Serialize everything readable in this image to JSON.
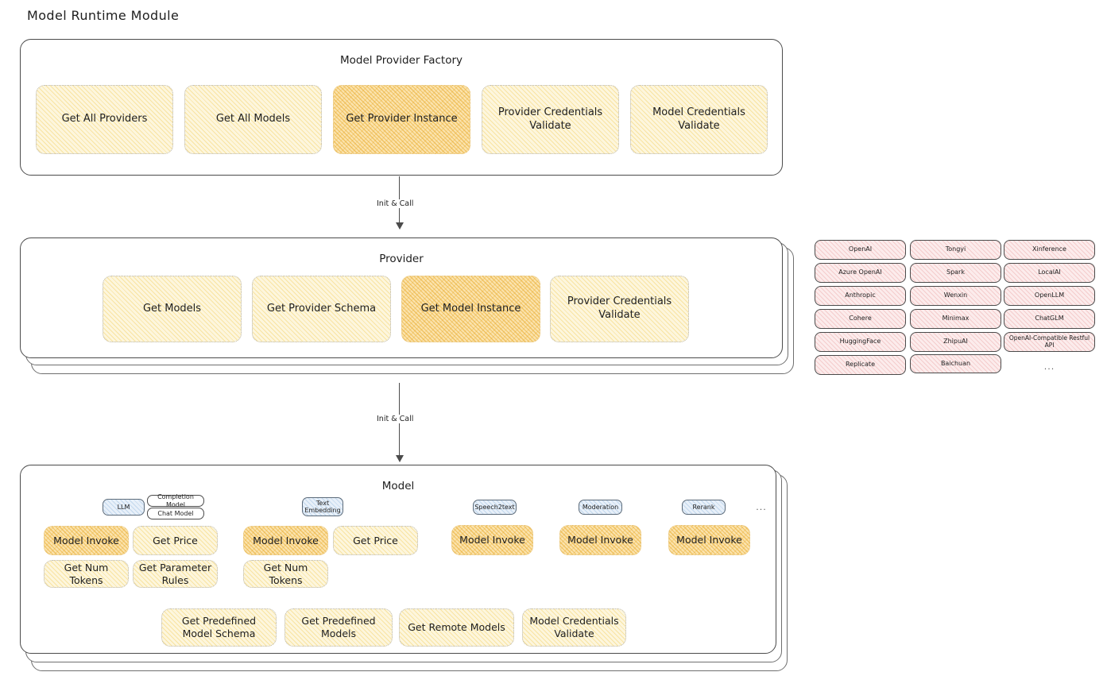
{
  "page": {
    "title": "Model Runtime Module"
  },
  "factory": {
    "title": "Model Provider Factory",
    "nodes": [
      {
        "label": "Get All Providers",
        "highlight": false
      },
      {
        "label": "Get All Models",
        "highlight": false
      },
      {
        "label": "Get Provider Instance",
        "highlight": true
      },
      {
        "label": "Provider Credentials Validate",
        "highlight": false
      },
      {
        "label": "Model Credentials Validate",
        "highlight": false
      }
    ]
  },
  "arrow_top": {
    "label": "Init & Call"
  },
  "provider": {
    "title": "Provider",
    "nodes": [
      {
        "label": "Get Models",
        "highlight": false
      },
      {
        "label": "Get Provider Schema",
        "highlight": false
      },
      {
        "label": "Get Model Instance",
        "highlight": true
      },
      {
        "label": "Provider Credentials Validate",
        "highlight": false
      }
    ]
  },
  "arrow_bottom": {
    "label": "Init & Call"
  },
  "provider_list": {
    "columns": [
      [
        "OpenAI",
        "Azure OpenAI",
        "Anthropic",
        "Cohere",
        "HuggingFace",
        "Replicate"
      ],
      [
        "Tongyi",
        "Spark",
        "Wenxin",
        "Minimax",
        "ZhipuAI",
        "Baichuan"
      ],
      [
        "Xinference",
        "LocalAI",
        "OpenLLM",
        "ChatGLM",
        "OpenAI-Compatible Restful API"
      ]
    ],
    "more": "..."
  },
  "model": {
    "title": "Model",
    "more": "...",
    "types": [
      {
        "chip": "LLM",
        "subchips": [
          "Completion Model",
          "Chat Model"
        ],
        "nodes": [
          {
            "label": "Model Invoke",
            "highlight": true
          },
          {
            "label": "Get Price",
            "highlight": false
          },
          {
            "label": "Get Num Tokens",
            "highlight": false
          },
          {
            "label": "Get Parameter Rules",
            "highlight": false
          }
        ]
      },
      {
        "chip": "Text Embedding",
        "subchips": [],
        "nodes": [
          {
            "label": "Model Invoke",
            "highlight": true
          },
          {
            "label": "Get Price",
            "highlight": false
          },
          {
            "label": "Get Num Tokens",
            "highlight": false
          }
        ]
      },
      {
        "chip": "Speech2text",
        "subchips": [],
        "nodes": [
          {
            "label": "Model Invoke",
            "highlight": true
          }
        ]
      },
      {
        "chip": "Moderation",
        "subchips": [],
        "nodes": [
          {
            "label": "Model Invoke",
            "highlight": true
          }
        ]
      },
      {
        "chip": "Rerank",
        "subchips": [],
        "nodes": [
          {
            "label": "Model Invoke",
            "highlight": true
          }
        ]
      }
    ],
    "common_nodes": [
      {
        "label": "Get Predefined Model Schema"
      },
      {
        "label": "Get Predefined Models"
      },
      {
        "label": "Get Remote Models"
      },
      {
        "label": "Model Credentials Validate"
      }
    ]
  },
  "colors": {
    "node_fill": "#fdf6dd",
    "node_highlight": "#fbe3ad",
    "chip_fill": "#e8f0f9",
    "pill_fill": "#fcecec",
    "stroke": "#4b4b4b"
  }
}
